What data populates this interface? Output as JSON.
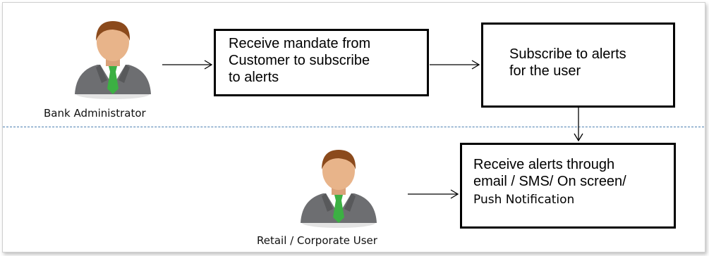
{
  "actors": {
    "bank_admin": {
      "label": "Bank Administrator",
      "icon": "person-avatar-icon"
    },
    "retail_user": {
      "label": "Retail / Corporate User",
      "icon": "person-avatar-icon"
    }
  },
  "steps": {
    "receive_mandate": {
      "lines": [
        "Receive mandate from",
        "Customer to subscribe",
        "to alerts"
      ]
    },
    "subscribe": {
      "lines": [
        "Subscribe to alerts",
        "for the user"
      ]
    },
    "receive_alerts": {
      "lines": [
        "Receive alerts through",
        "email / SMS/ On screen/",
        "Push Notification"
      ]
    }
  },
  "colors": {
    "divider": "#4a7fb0",
    "tie": "#3cb043",
    "suit": "#6d6e71",
    "skin": "#e8b48a",
    "hair": "#8b4a1c"
  }
}
